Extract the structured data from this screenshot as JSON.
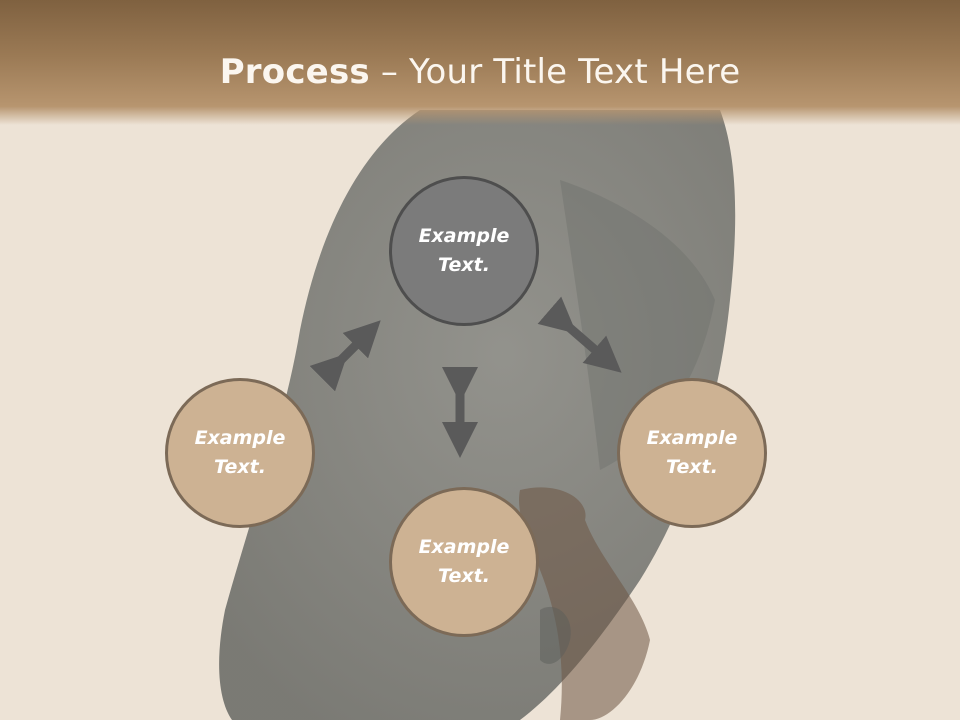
{
  "slide": {
    "title_bold": "Process",
    "title_rest": " – Your Title Text Here"
  },
  "nodes": {
    "top": {
      "line1": "Example",
      "line2": "Text."
    },
    "left": {
      "line1": "Example",
      "line2": "Text."
    },
    "right": {
      "line1": "Example",
      "line2": "Text."
    },
    "bottom": {
      "line1": "Example",
      "line2": "Text."
    }
  },
  "colors": {
    "header": "#8f6f4c",
    "title_text": "#fbf6ef",
    "top_node": "#7b7b7b",
    "outer_node": "#cdb293",
    "arrow": "#5a5a5a"
  },
  "background_image": "parrot-photo"
}
